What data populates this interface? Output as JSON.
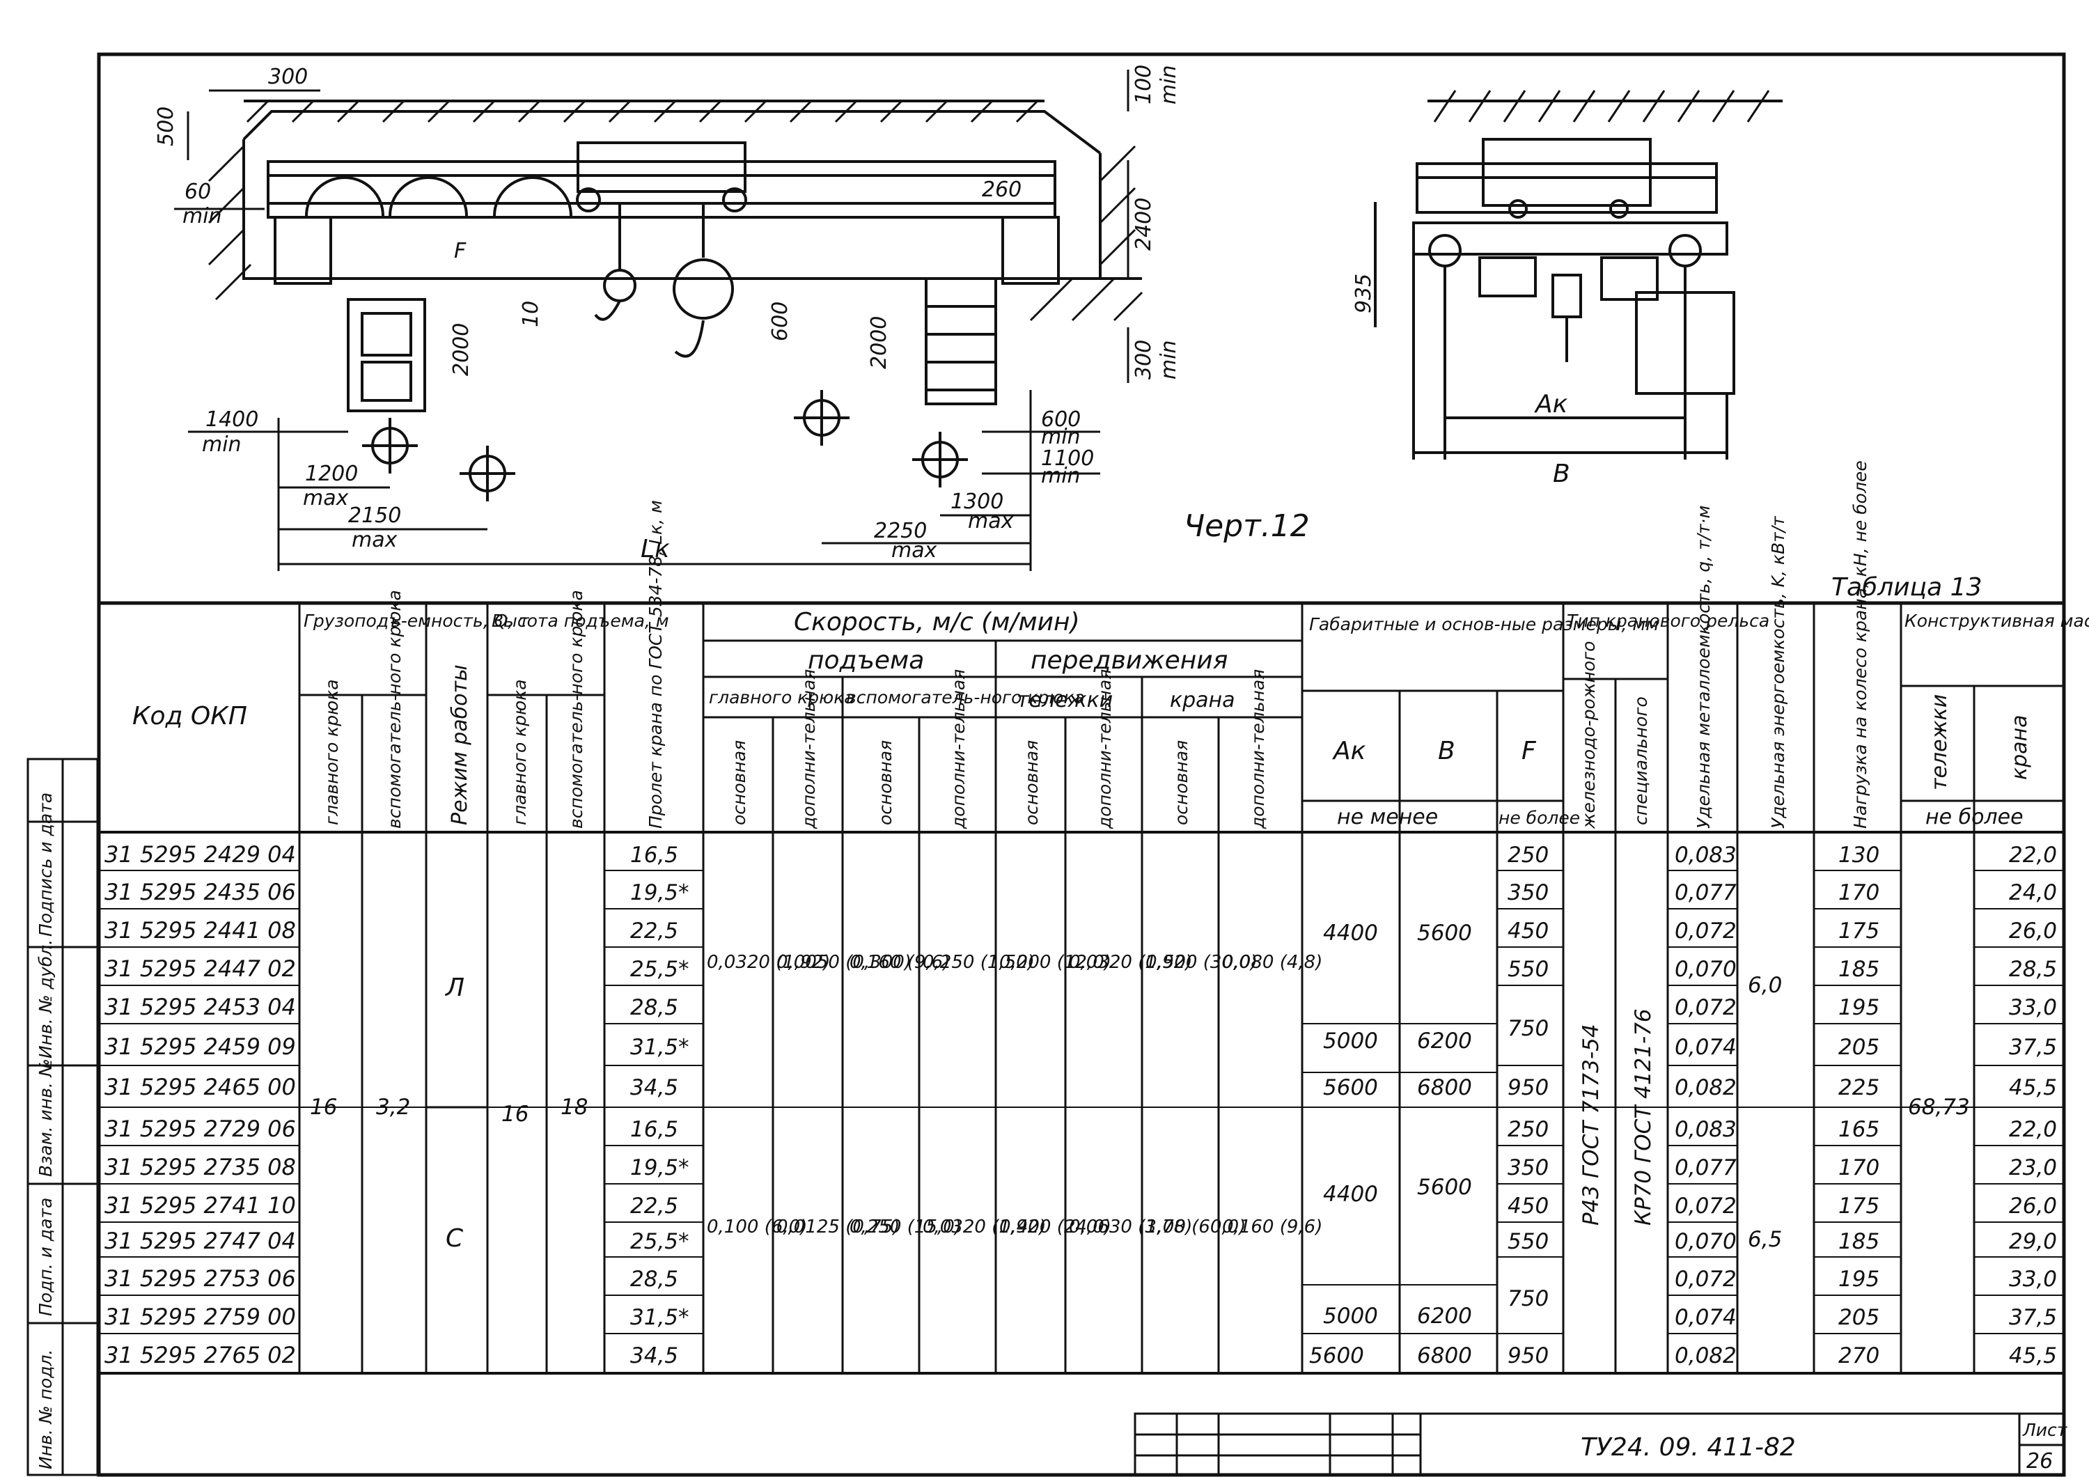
{
  "drawing": {
    "dims": {
      "d300": "300",
      "d500": "500",
      "d60": "60",
      "dmin": "min",
      "dmax": "max",
      "d100": "100",
      "d2400": "2400",
      "d260": "260",
      "d2000": "2000",
      "d10": "10",
      "d600": "600",
      "d300b": "300",
      "d1400": "1400",
      "d1200": "1200",
      "d2150": "2150",
      "d1100": "1100",
      "d1300": "1300",
      "d2250": "2250",
      "lk": "Lк",
      "d935": "935",
      "ak": "Aк",
      "b": "B",
      "f": "F"
    },
    "caption": "Черт.12"
  },
  "table": {
    "title": "Таблица 13",
    "headers": {
      "code": "Код ОКП",
      "load": "Грузоподъ-емность, Q, т",
      "load_main": "главного крюка",
      "load_aux": "вспомогатель-ного крюка",
      "mode": "Режим работы",
      "height": "Высота подъема, м",
      "height_main": "главного крюка",
      "height_aux": "вспомогатель-ного крюка",
      "span": "Пролет крана по ГОСТ 534-78, Lк, м",
      "speed": "Скорость, м/с (м/мин)",
      "lift": "подъема",
      "move": "передвижения",
      "main_hook": "главного крюка",
      "aux_hook": "вспомогатель-ного крюка",
      "trolley": "тележки",
      "crane": "крана",
      "basic": "основная",
      "extra": "дополни-тельная",
      "dims": "Габаритные и основ-ные размеры, мм",
      "ak": "Aк",
      "b": "B",
      "f": "F",
      "not_less": "не менее",
      "not_more": "не более",
      "rail": "Тип кранового рельса",
      "rail_rc": "железнодо-рожного",
      "rail_sp": "специального",
      "specific_metal": "Удельная металлоемкость, q, т/т·м",
      "specific_energy": "Удельная энергоемкость, K, кВт/т",
      "wheel_load": "Нагрузка на колесо крана, кН, не более",
      "mass": "Конструктивная масса, т",
      "mass_trolley": "тележки",
      "mass_crane": "крана",
      "mass_not_more": "не более"
    },
    "rows": [
      {
        "code": "31 5295 2429 04",
        "span": "16,5",
        "f": "250",
        "q": "0,083",
        "wheel": "130",
        "mass": "22,0"
      },
      {
        "code": "31 5295 2435 06",
        "span": "19,5*",
        "f": "350",
        "q": "0,077",
        "wheel": "170",
        "mass": "24,0"
      },
      {
        "code": "31 5295 2441 08",
        "span": "22,5",
        "f": "450",
        "q": "0,072",
        "wheel": "175",
        "mass": "26,0"
      },
      {
        "code": "31 5295 2447 02",
        "span": "25,5*",
        "f": "550",
        "q": "0,070",
        "wheel": "185",
        "mass": "28,5"
      },
      {
        "code": "31 5295 2453 04",
        "span": "28,5",
        "f": "750",
        "q": "0,072",
        "wheel": "195",
        "mass": "33,0"
      },
      {
        "code": "31 5295 2459 09",
        "span": "31,5*",
        "f": "",
        "q": "0,074",
        "wheel": "205",
        "mass": "37,5"
      },
      {
        "code": "31 5295 2465 00",
        "span": "34,5",
        "f": "950",
        "q": "0,082",
        "wheel": "225",
        "mass": "45,5"
      },
      {
        "code": "31 5295 2729 06",
        "span": "16,5",
        "f": "250",
        "q": "0,083",
        "wheel": "165",
        "mass": "22,0"
      },
      {
        "code": "31 5295 2735 08",
        "span": "19,5*",
        "f": "350",
        "q": "0,077",
        "wheel": "170",
        "mass": "23,0"
      },
      {
        "code": "31 5295 2741 10",
        "span": "22,5",
        "f": "450",
        "q": "0,072",
        "wheel": "175",
        "mass": "26,0"
      },
      {
        "code": "31 5295 2747 04",
        "span": "25,5*",
        "f": "550",
        "q": "0,070",
        "wheel": "185",
        "mass": "29,0"
      },
      {
        "code": "31 5295 2753 06",
        "span": "28,5",
        "f": "750",
        "q": "0,072",
        "wheel": "195",
        "mass": "33,0"
      },
      {
        "code": "31 5295 2759 00",
        "span": "31,5*",
        "f": "",
        "q": "0,074",
        "wheel": "205",
        "mass": "37,5"
      },
      {
        "code": "31 5295 2765 02",
        "span": "34,5",
        "f": "950",
        "q": "0,082",
        "wheel": "270",
        "mass": "45,5"
      }
    ],
    "merged": {
      "load_main": "16",
      "load_aux": "3,2",
      "mode_l": "Л",
      "mode_c": "С",
      "height_main": "16",
      "height_aux": "18",
      "speed_l": [
        "0,0320 (1,92)",
        "0,0050 (0,300)",
        "0,160 (9,6)",
        "0,250 (1,50)",
        "0,200 (12,0)",
        "0,0320 (1,92)",
        "0,500 (30,0)",
        "0,080 (4,8)"
      ],
      "speed_c": [
        "0,100 (6,0)",
        "0,0125 (0,75)",
        "0,250 (15,0)",
        "0,0320 (1,92)",
        "0,400 (24,0)",
        "0,0630 (3,78)",
        "1,00 (60,0)",
        "0,160 (9,6)"
      ],
      "ak_a": "4400",
      "b_a": "5600",
      "ak_b": "5000",
      "b_b": "6200",
      "ak_c": "5600",
      "b_c": "6800",
      "rail_rc": "Р43 ГОСТ 7173-54",
      "rail_sp": "КР70 ГОСТ 4121-76",
      "k_l": "6,0",
      "k_c": "6,5",
      "mass_trolley": "68,73"
    }
  },
  "stamp": {
    "designation": "ТУ24. 09. 411-82",
    "sheet_label": "Лист",
    "sheet_no": "26"
  },
  "sidebar": [
    "Подпись и дата",
    "Инв. № дубл.",
    "Взам. инв. №",
    "Подп. и дата",
    "Инв. № подл."
  ]
}
